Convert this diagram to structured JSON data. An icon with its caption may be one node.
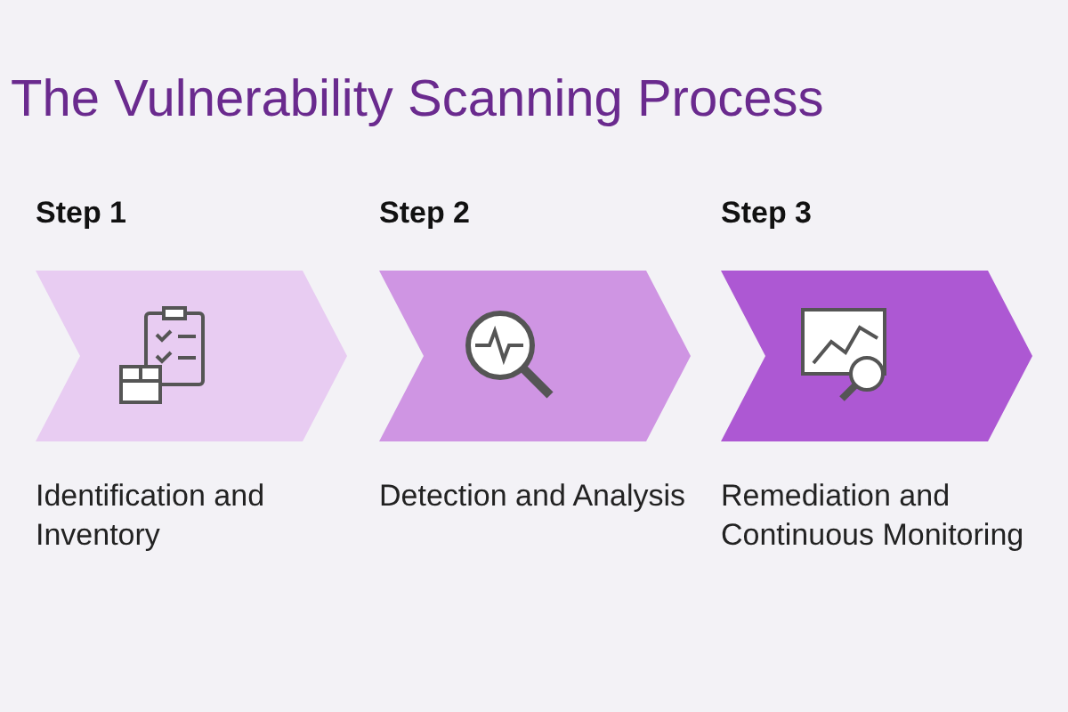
{
  "diagram": {
    "title": "The Vulnerability Scanning Process",
    "nodes": [
      {
        "text": [
          "Step 1",
          "Identification and Inventory"
        ]
      },
      {
        "text": [
          "Step 2",
          "Detection and Analysis"
        ]
      },
      {
        "text": [
          "Step 3",
          "Remediation and Continuous Monitoring"
        ]
      }
    ],
    "edges": []
  }
}
